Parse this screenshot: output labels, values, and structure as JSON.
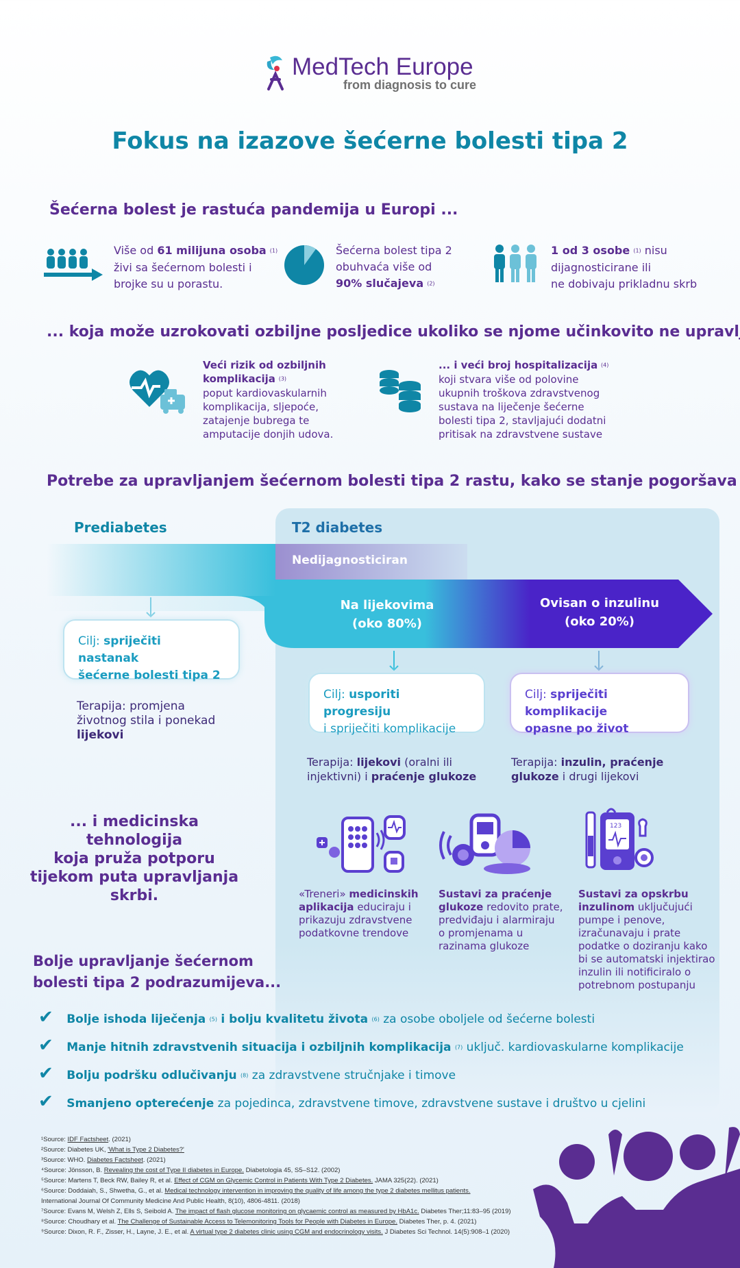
{
  "logo": {
    "name": "MedTech Europe",
    "tagline": "from diagnosis to cure"
  },
  "title": "Fokus na izazove šećerne bolesti tipa 2",
  "section1": {
    "heading": "Šećerna bolest je rastuća pandemija u Europi ...",
    "stat1": {
      "a": "Više od ",
      "b": "61 milijuna osoba",
      "ref": "(1)",
      "c": "živi sa šećernom bolesti i",
      "d": "brojke su u porastu."
    },
    "stat2": {
      "a": "Šećerna bolest tipa 2",
      "b": "obuhvaća više od",
      "c": "90% slučajeva",
      "ref": "(2)",
      "pie_share": 0.9
    },
    "stat3": {
      "a": "1 od 3 osobe",
      "ref": "(1)",
      "b": " nisu",
      "c": "dijagnosticirane ili",
      "d": "ne dobivaju prikladnu skrb"
    }
  },
  "section2": {
    "heading": "... koja može uzrokovati ozbiljne posljedice ukoliko se njome učinkovito ne upravlja.",
    "left": {
      "title1": "Veći rizik od ozbiljnih",
      "title2": "komplikacija",
      "ref": "(3)",
      "l1": "poput kardiovaskularnih",
      "l2": "komplikacija, sljepoće,",
      "l3": "zatajenje bubrega te",
      "l4": "amputacije donjih udova."
    },
    "right": {
      "title": "... i veći broj hospitalizacija",
      "ref": "(4)",
      "l1": "koji stvara više od polovine",
      "l2": "ukupnih troškova zdravstvenog",
      "l3": "sustava na liječenje šećerne",
      "l4": "bolesti tipa 2, stavljajući dodatni",
      "l5": "pritisak na zdravstvene sustave"
    }
  },
  "section3": {
    "heading": "Potrebe za upravljanjem šećernom bolesti tipa 2 rastu, kako se stanje pogoršava ...",
    "prediabetes": "Prediabetes",
    "t2": "T2 diabetes",
    "undiagnosed": "Nedijagnosticiran",
    "meds1": "Na lijekovima",
    "meds2": "(oko 80%)",
    "insulin1": "Ovisan o inzulinu",
    "insulin2": "(oko 20%)",
    "goal1": {
      "pre": "Cilj: ",
      "b1": "spriječiti nastanak",
      "b2": "šećerne bolesti tipa 2"
    },
    "goal2": {
      "pre": "Cilj: ",
      "b1": "usporiti progresiju",
      "r": "i spriječiti komplikacije"
    },
    "goal3": {
      "pre": "Cilj: ",
      "b1": "spriječiti komplikacije",
      "b2": "opasne po život"
    },
    "therapy1": {
      "l1": "Terapija: promjena",
      "l2": "životnog stila i ponekad",
      "b": "lijekovi"
    },
    "therapy2": {
      "pre": "Terapija: ",
      "b1": "lijekovi",
      "r1": " (oralni ili",
      "r2": "injektivni) i ",
      "b2": "praćenje glukoze"
    },
    "therapy3": {
      "pre": "Terapija: ",
      "b1": "inzulin, praćenje",
      "b2": "glukoze",
      "r": " i drugi lijekovi"
    }
  },
  "section4": {
    "heading_l1": "... i medicinska tehnologija",
    "heading_l2": "koja pruža potporu",
    "heading_l3": "tijekom puta upravljanja",
    "heading_l4": "skrbi.",
    "tech1": {
      "a": "«Treneri» ",
      "b1": "medicinskih",
      "b2": "aplikacija",
      "r1": " educiraju i",
      "r2": "prikazuju zdravstvene",
      "r3": "podatkovne trendove"
    },
    "tech2": {
      "b1": "Sustavi za praćenje",
      "b2": "glukoze",
      "r1": " redovito prate,",
      "r2": "predviđaju i alarmiraju",
      "r3": "o promjenama u",
      "r4": "razinama glukoze"
    },
    "tech3": {
      "b1": "Sustavi za opskrbu",
      "b2": "inzulinom",
      "r1": " uključujući",
      "r2": "pumpe i penove,",
      "r3": "izračunavaju i prate",
      "r4": "podatke o doziranju kako",
      "r5": "bi se automatski injektirao",
      "r6": "inzulin ili notificiralo o",
      "r7": "potrebnom postupanju"
    },
    "device_screen_label": "123"
  },
  "section5": {
    "heading_l1": "Bolje upravljanje šećernom",
    "heading_l2": "bolesti tipa 2 podrazumijeva...",
    "items": [
      {
        "b": "Bolje ishoda liječenja",
        "ref": "(5)",
        "b2": "i bolju kvalitetu života",
        "ref2": "(6)",
        "r": " za osobe oboljele od šećerne bolesti"
      },
      {
        "b": "Manje hitnih zdravstvenih situacija i ozbiljnih komplikacija",
        "ref": "(7)",
        "r": " uključ. kardiovaskularne komplikacije"
      },
      {
        "b": "Bolju podršku odlučivanju",
        "ref": "(8)",
        "r": " za zdravstvene stručnjake i timove"
      },
      {
        "b": "Smanjeno opterećenje",
        "r": " za pojedinca, zdravstvene timove, zdravstvene sustave i društvo u cjelini"
      }
    ]
  },
  "references": [
    {
      "pre": "¹Source: ",
      "link": "IDF Factsheet",
      "post": ". (2021)"
    },
    {
      "pre": "²Source: Diabetes UK, ",
      "link": "'What is Type 2 Diabetes?'",
      "post": ""
    },
    {
      "pre": "³Source: WHO. ",
      "link": "Diabetes Factsheet",
      "post": ". (2021)"
    },
    {
      "pre": "⁴Source: Jönsson, B. ",
      "link": "Revealing the cost of Type II diabetes in Europe.",
      "post": " Diabetologia 45, S5–S12. (2002)"
    },
    {
      "pre": "⁵Source: Martens T, Beck RW, Bailey R, et al. ",
      "link": "Effect of CGM on Glycemic Control in Patients With Type 2 Diabetes.",
      "post": " JAMA 325(22). (2021)"
    },
    {
      "pre": "⁶Source: Doddaiah, S., Shwetha, G., et al. ",
      "link": "Medical technology intervention in improving the quality of life among the type 2 diabetes mellitus patients.",
      "post": ""
    },
    {
      "pre": "International Journal Of Community Medicine And Public Health, 8(10), 4806-4811. (2018)",
      "link": "",
      "post": ""
    },
    {
      "pre": "⁷Source: Evans M, Welsh Z, Ells S, Seibold A. ",
      "link": "The impact of flash glucose monitoring on glycaemic control as measured by HbA1c.",
      "post": " Diabetes Ther;11:83–95 (2019)"
    },
    {
      "pre": "⁸Source: Choudhary et al. ",
      "link": "The Challenge of Sustainable Access to Telemonitoring Tools for People with Diabetes in Europe.",
      "post": " Diabetes Ther, p. 4. (2021)"
    },
    {
      "pre": "⁹Source: Dixon, R. F., Zisser, H., Layne, J. E., et al. ",
      "link": "A virtual type 2 diabetes clinic using CGM and endocrinology visits.",
      "post": " J Diabetes Sci Technol. 14(5):908–1 (2020)"
    }
  ],
  "colors": {
    "teal": "#0f86a6",
    "purple": "#5a2d91",
    "light_teal": "#38bfdc",
    "violet": "#4a23c8"
  }
}
